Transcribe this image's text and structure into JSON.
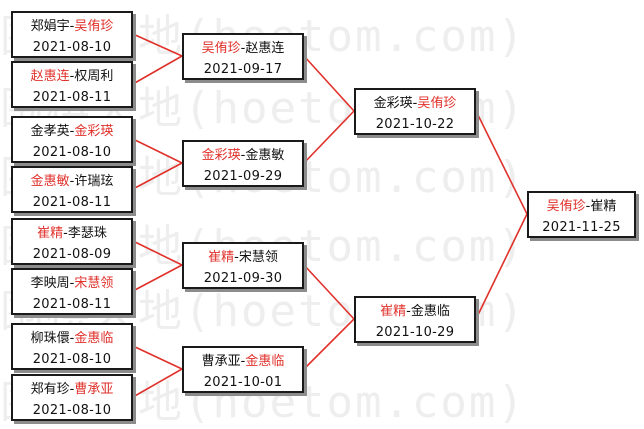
{
  "watermark": {
    "text": "围棋天地(hoetom.com)",
    "color": "#eeeeee"
  },
  "colors": {
    "line": "#e0312b",
    "winner": "#e0312b",
    "text": "#111111",
    "border": "#1a1a1a",
    "shadow": "#8c8c8c"
  },
  "bracket": {
    "round1": [
      {
        "p1": "郑娟宇",
        "p2": "吴侑珍",
        "winner": 2,
        "date": "2021-08-10"
      },
      {
        "p1": "赵惠连",
        "p2": "权周利",
        "winner": 1,
        "date": "2021-08-11"
      },
      {
        "p1": "金孝英",
        "p2": "金彩瑛",
        "winner": 2,
        "date": "2021-08-10"
      },
      {
        "p1": "金惠敏",
        "p2": "许瑞玹",
        "winner": 1,
        "date": "2021-08-11"
      },
      {
        "p1": "崔精",
        "p2": "李瑟珠",
        "winner": 1,
        "date": "2021-08-09"
      },
      {
        "p1": "李映周",
        "p2": "宋慧领",
        "winner": 2,
        "date": "2021-08-11"
      },
      {
        "p1": "柳珠儇",
        "p2": "金惠临",
        "winner": 2,
        "date": "2021-08-10"
      },
      {
        "p1": "郑有珍",
        "p2": "曹承亚",
        "winner": 2,
        "date": "2021-08-10"
      }
    ],
    "round2": [
      {
        "p1": "吴侑珍",
        "p2": "赵惠连",
        "winner": 1,
        "date": "2021-09-17"
      },
      {
        "p1": "金彩瑛",
        "p2": "金惠敏",
        "winner": 1,
        "date": "2021-09-29"
      },
      {
        "p1": "崔精",
        "p2": "宋慧领",
        "winner": 1,
        "date": "2021-09-30"
      },
      {
        "p1": "曹承亚",
        "p2": "金惠临",
        "winner": 2,
        "date": "2021-10-01"
      }
    ],
    "round3": [
      {
        "p1": "金彩瑛",
        "p2": "吴侑珍",
        "winner": 2,
        "date": "2021-10-22"
      },
      {
        "p1": "崔精",
        "p2": "金惠临",
        "winner": 1,
        "date": "2021-10-29"
      }
    ],
    "final": [
      {
        "p1": "吴侑珍",
        "p2": "崔精",
        "winner": 1,
        "date": "2021-11-25"
      }
    ]
  }
}
